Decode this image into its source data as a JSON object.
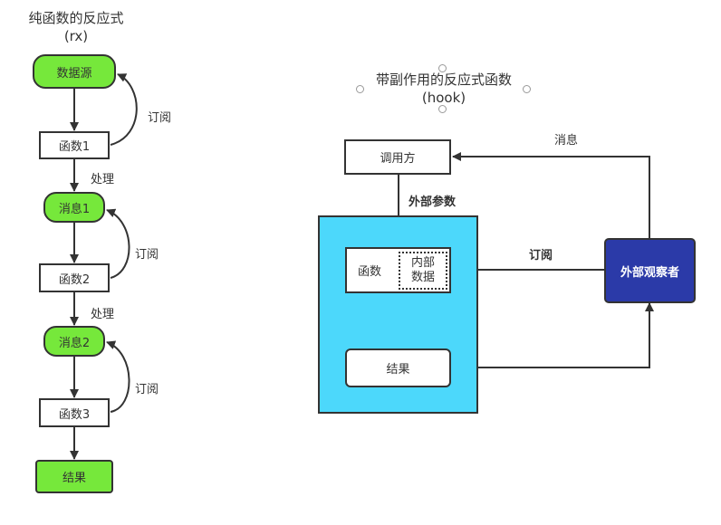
{
  "left_diagram": {
    "title_line1": "纯函数的反应式",
    "title_line2": "(rx)",
    "nodes": {
      "source": "数据源",
      "func1": "函数1",
      "msg1": "消息1",
      "func2": "函数2",
      "msg2": "消息2",
      "func3": "函数3",
      "result": "结果"
    },
    "edge_labels": {
      "subscribe1": "订阅",
      "process1": "处理",
      "subscribe2": "订阅",
      "process2": "处理",
      "subscribe3": "订阅"
    }
  },
  "right_diagram": {
    "title_line1": "带副作用的反应式函数",
    "title_line2": "(hook)",
    "nodes": {
      "caller": "调用方",
      "function": "函数",
      "internal_data_line1": "内部",
      "internal_data_line2": "数据",
      "result": "结果",
      "observer": "外部观察者"
    },
    "edge_labels": {
      "external_params": "外部参数",
      "message": "消息",
      "subscribe": "订阅"
    }
  },
  "colors": {
    "green": "#76e83b",
    "cyan": "#4cd8fb",
    "observer_blue": "#2b3aa8",
    "stroke": "#333333"
  }
}
